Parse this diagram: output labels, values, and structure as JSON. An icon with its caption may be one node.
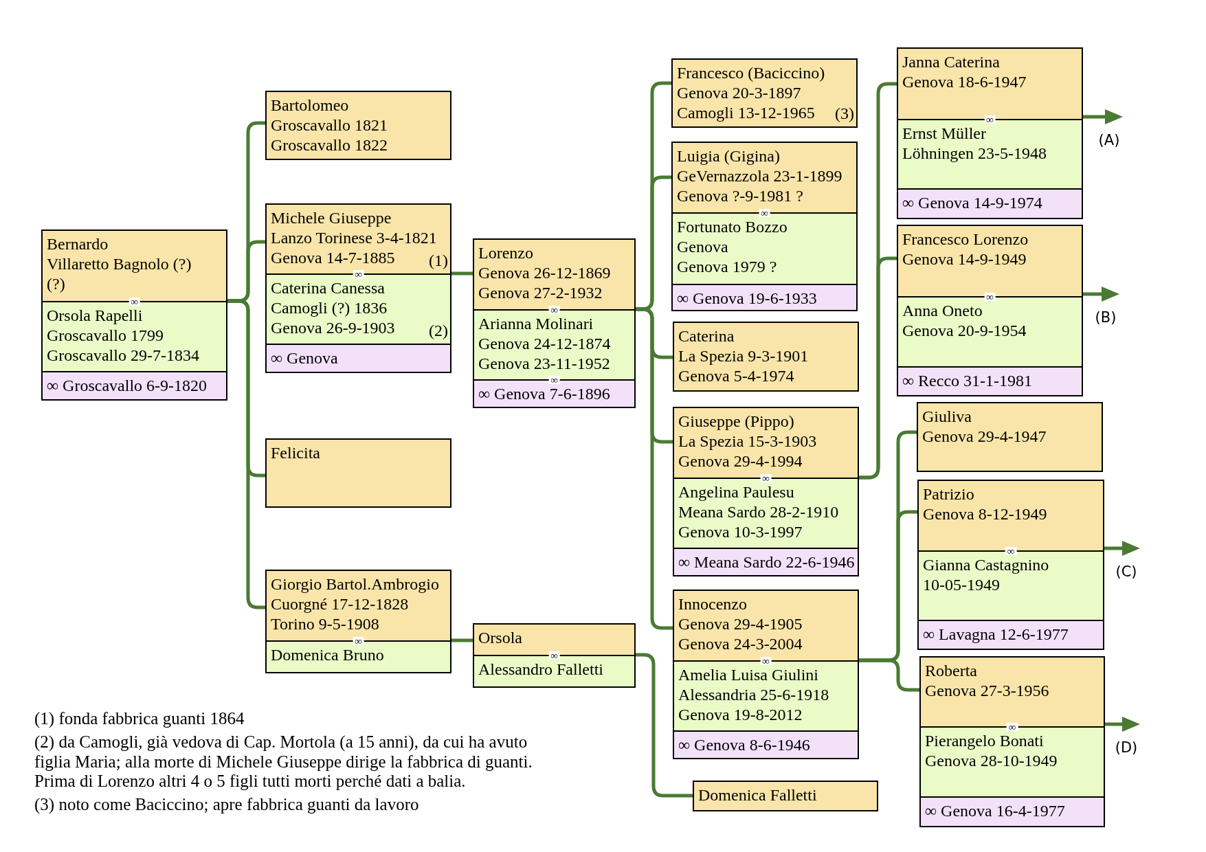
{
  "diagram": {
    "nodes": [
      {
        "text": [],
        "shape": "box"
      },
      {
        "text": [
          "Bernardo",
          "Villaretto Bagnolo (?)",
          "(?)"
        ],
        "in": 0
      },
      {
        "text": [
          "∞",
          "Orsola Rapelli",
          "Groscavallo 1799",
          "Groscavallo 29-7-1834"
        ],
        "in": 0
      },
      {
        "text": [
          "∞ Groscavallo 6-9-1820"
        ],
        "in": 0
      },
      {
        "text": [
          "Bartolomeo",
          "Groscavallo 1821",
          "Groscavallo 1822"
        ]
      },
      {
        "text": [],
        "shape": "box"
      },
      {
        "text": [
          "Michele Giuseppe",
          "Lanzo Torinese 3-4-1821",
          "Genova 14-7-1885",
          "(1)"
        ],
        "in": 5
      },
      {
        "text": [
          "∞",
          "Caterina Canessa",
          "Camogli (?) 1836",
          "Genova 26-9-1903",
          "(2)"
        ],
        "in": 5
      },
      {
        "text": [
          "∞ Genova"
        ],
        "in": 5
      },
      {
        "text": [
          "Felicita"
        ]
      },
      {
        "text": [],
        "shape": "box"
      },
      {
        "text": [
          "Giorgio Bartol.Ambrogio",
          "Cuorgné 17-12-1828",
          "Torino 9-5-1908"
        ],
        "in": 10
      },
      {
        "text": [
          "∞",
          "Domenica Bruno"
        ],
        "in": 10
      },
      {
        "text": [],
        "shape": "box"
      },
      {
        "text": [
          "Lorenzo",
          "Genova 26-12-1869",
          "Genova 27-2-1932"
        ],
        "in": 13
      },
      {
        "text": [
          "∞",
          "Arianna Molinari",
          "Genova 24-12-1874",
          "Genova 23-11-1952"
        ],
        "in": 13
      },
      {
        "text": [
          "∞",
          "∞ Genova 7-6-1896"
        ],
        "in": 13
      },
      {
        "text": [],
        "shape": "box"
      },
      {
        "text": [
          "Orsola"
        ],
        "in": 17
      },
      {
        "text": [
          "∞",
          "Alessandro Falletti"
        ],
        "in": 17
      },
      {
        "text": [
          "Francesco (Baciccino)",
          "Genova 20-3-1897",
          "Camogli 13-12-1965",
          "(3)"
        ]
      },
      {
        "text": [],
        "shape": "box"
      },
      {
        "text": [
          "Luigia (Gigina)",
          "GeVernazzola 23-1-1899",
          "Genova ?-9-1981 ?"
        ],
        "in": 21
      },
      {
        "text": [
          "∞",
          "Fortunato Bozzo",
          "Genova",
          "Genova 1979 ?"
        ],
        "in": 21
      },
      {
        "text": [
          "∞ Genova 19-6-1933"
        ],
        "in": 21
      },
      {
        "text": [
          "Caterina",
          "La Spezia 9-3-1901",
          "Genova 5-4-1974"
        ]
      },
      {
        "text": [],
        "shape": "box"
      },
      {
        "text": [
          "Giuseppe (Pippo)",
          "La Spezia 15-3-1903",
          "Genova 29-4-1994"
        ],
        "in": 26
      },
      {
        "text": [
          "∞",
          "Angelina Paulesu",
          "Meana Sardo 28-2-1910",
          "Genova 10-3-1997"
        ],
        "in": 26
      },
      {
        "text": [
          "∞ Meana Sardo 22-6-1946"
        ],
        "in": 26
      },
      {
        "text": [],
        "shape": "box"
      },
      {
        "text": [
          "Innocenzo",
          "Genova 29-4-1905",
          "Genova 24-3-2004"
        ],
        "in": 30
      },
      {
        "text": [
          "∞",
          "Amelia Luisa Giulini",
          "Alessandria 25-6-1918",
          "Genova 19-8-2012"
        ],
        "in": 30
      },
      {
        "text": [
          "∞ Genova 8-6-1946"
        ],
        "in": 30
      },
      {
        "text": [
          "Domenica Falletti"
        ]
      },
      {
        "text": [],
        "shape": "box"
      },
      {
        "text": [
          "Janna Caterina",
          "Genova 18-6-1947"
        ],
        "in": 35
      },
      {
        "text": [
          "∞",
          "Ernst Müller",
          "Löhningen 23-5-1948"
        ],
        "in": 35
      },
      {
        "text": [
          "∞ Genova 14-9-1974"
        ],
        "in": 35
      },
      {
        "text": [],
        "shape": "box"
      },
      {
        "text": [
          "Francesco Lorenzo",
          "Genova 14-9-1949"
        ],
        "in": 39
      },
      {
        "text": [
          "∞",
          "Anna Oneto",
          "Genova 20-9-1954"
        ],
        "in": 39
      },
      {
        "text": [
          "∞ Recco 31-1-1981"
        ],
        "in": 39
      },
      {
        "text": [
          "Giuliva",
          "Genova 29-4-1947"
        ]
      },
      {
        "text": [],
        "shape": "box"
      },
      {
        "text": [
          "Patrizio",
          "Genova 8-12-1949"
        ],
        "in": 44
      },
      {
        "text": [
          "∞",
          "Gianna Castagnino",
          "10-05-1949"
        ],
        "in": 44
      },
      {
        "text": [
          "∞ Lavagna 12-6-1977"
        ],
        "in": 44
      },
      {
        "text": [],
        "shape": "box"
      },
      {
        "text": [
          "Roberta",
          "Genova 27-3-1956"
        ],
        "in": 48
      },
      {
        "text": [
          "∞",
          "Pierangelo Bonati",
          "Genova 28-10-1949"
        ],
        "in": 48
      },
      {
        "text": [
          "∞ Genova 16-4-1977"
        ],
        "in": 48
      }
    ],
    "edges": [
      {
        "from": 0,
        "to": 4,
        "arrow": "none"
      },
      {
        "from": 0,
        "to": 5,
        "arrow": "none"
      },
      {
        "from": 0,
        "to": 9,
        "arrow": "none"
      },
      {
        "from": 0,
        "to": 10,
        "arrow": "none"
      },
      {
        "from": 5,
        "to": 13,
        "arrow": "none"
      },
      {
        "from": 10,
        "to": 17,
        "arrow": "none"
      },
      {
        "from": 13,
        "to": 20,
        "arrow": "none"
      },
      {
        "from": 13,
        "to": 21,
        "arrow": "none"
      },
      {
        "from": 13,
        "to": 25,
        "arrow": "none"
      },
      {
        "from": 13,
        "to": 26,
        "arrow": "none"
      },
      {
        "from": 13,
        "to": 30,
        "arrow": "none"
      },
      {
        "from": 17,
        "to": 34,
        "arrow": "none"
      },
      {
        "from": 26,
        "to": 35,
        "arrow": "none"
      },
      {
        "from": 26,
        "to": 39,
        "arrow": "none"
      },
      {
        "from": 30,
        "to": 43,
        "arrow": "none"
      },
      {
        "from": 30,
        "to": 44,
        "arrow": "none"
      },
      {
        "from": 30,
        "to": 48,
        "arrow": "none"
      },
      {
        "from": 36,
        "to": null,
        "arrow": "to",
        "label": "(A)"
      },
      {
        "from": 40,
        "to": null,
        "arrow": "to",
        "label": "(B)"
      },
      {
        "from": 45,
        "to": null,
        "arrow": "to",
        "label": "(C)"
      },
      {
        "from": 49,
        "to": null,
        "arrow": "to",
        "label": "(D)"
      }
    ],
    "labels": [
      "(1) fonda fabbrica guanti 1864",
      "(2) da Camogli, già vedova di Cap. Mortola (a 15 anni), da cui ha avuto figlia Maria; alla morte di Michele Giuseppe dirige la fabbrica di guanti. Prima di Lorenzo altri 4 o 5 figli tutti morti perché dati a balia.",
      "(3) noto come Baciccino; apre fabbrica guanti da lavoro"
    ]
  }
}
